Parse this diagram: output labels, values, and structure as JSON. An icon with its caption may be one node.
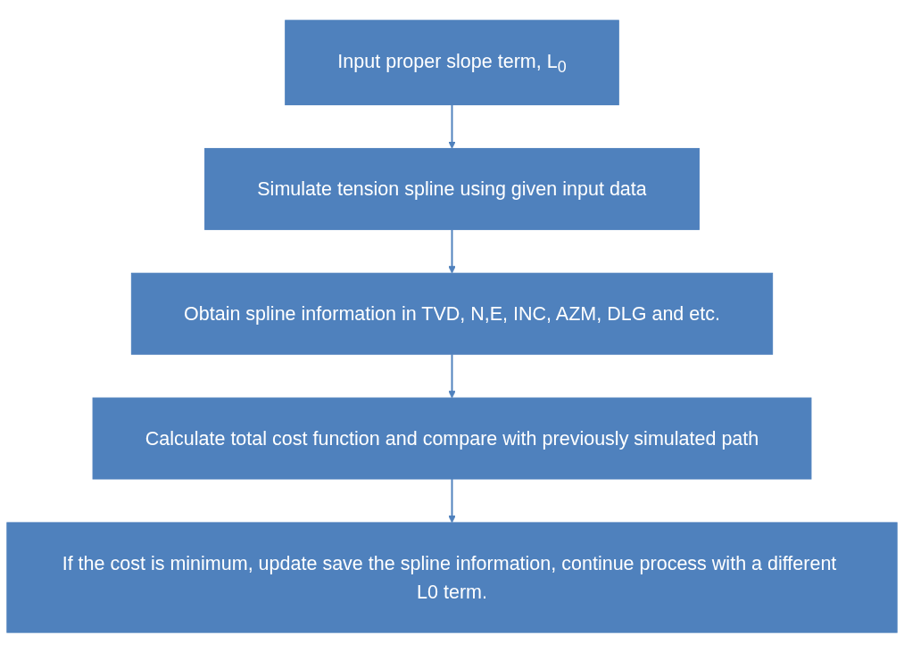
{
  "diagram": {
    "nodes": [
      {
        "text": [
          "Input proper slope term, L$_{0}$"
        ]
      },
      {
        "text": [
          "Simulate tension spline using given input data"
        ]
      },
      {
        "text": [
          "Obtain spline information in TVD, N,E, INC, AZM, DLG and etc."
        ]
      },
      {
        "text": [
          "Calculate total cost function and compare with previously simulated path"
        ]
      },
      {
        "text": [
          "If the cost is minimum, update save the spline information, continue process with a different L0 term."
        ]
      }
    ],
    "edges": [
      {
        "from": 0,
        "to": 1,
        "arrow": "to"
      },
      {
        "from": 1,
        "to": 2,
        "arrow": "to"
      },
      {
        "from": 2,
        "to": 3,
        "arrow": "to"
      },
      {
        "from": 3,
        "to": 4,
        "arrow": "to"
      }
    ]
  }
}
